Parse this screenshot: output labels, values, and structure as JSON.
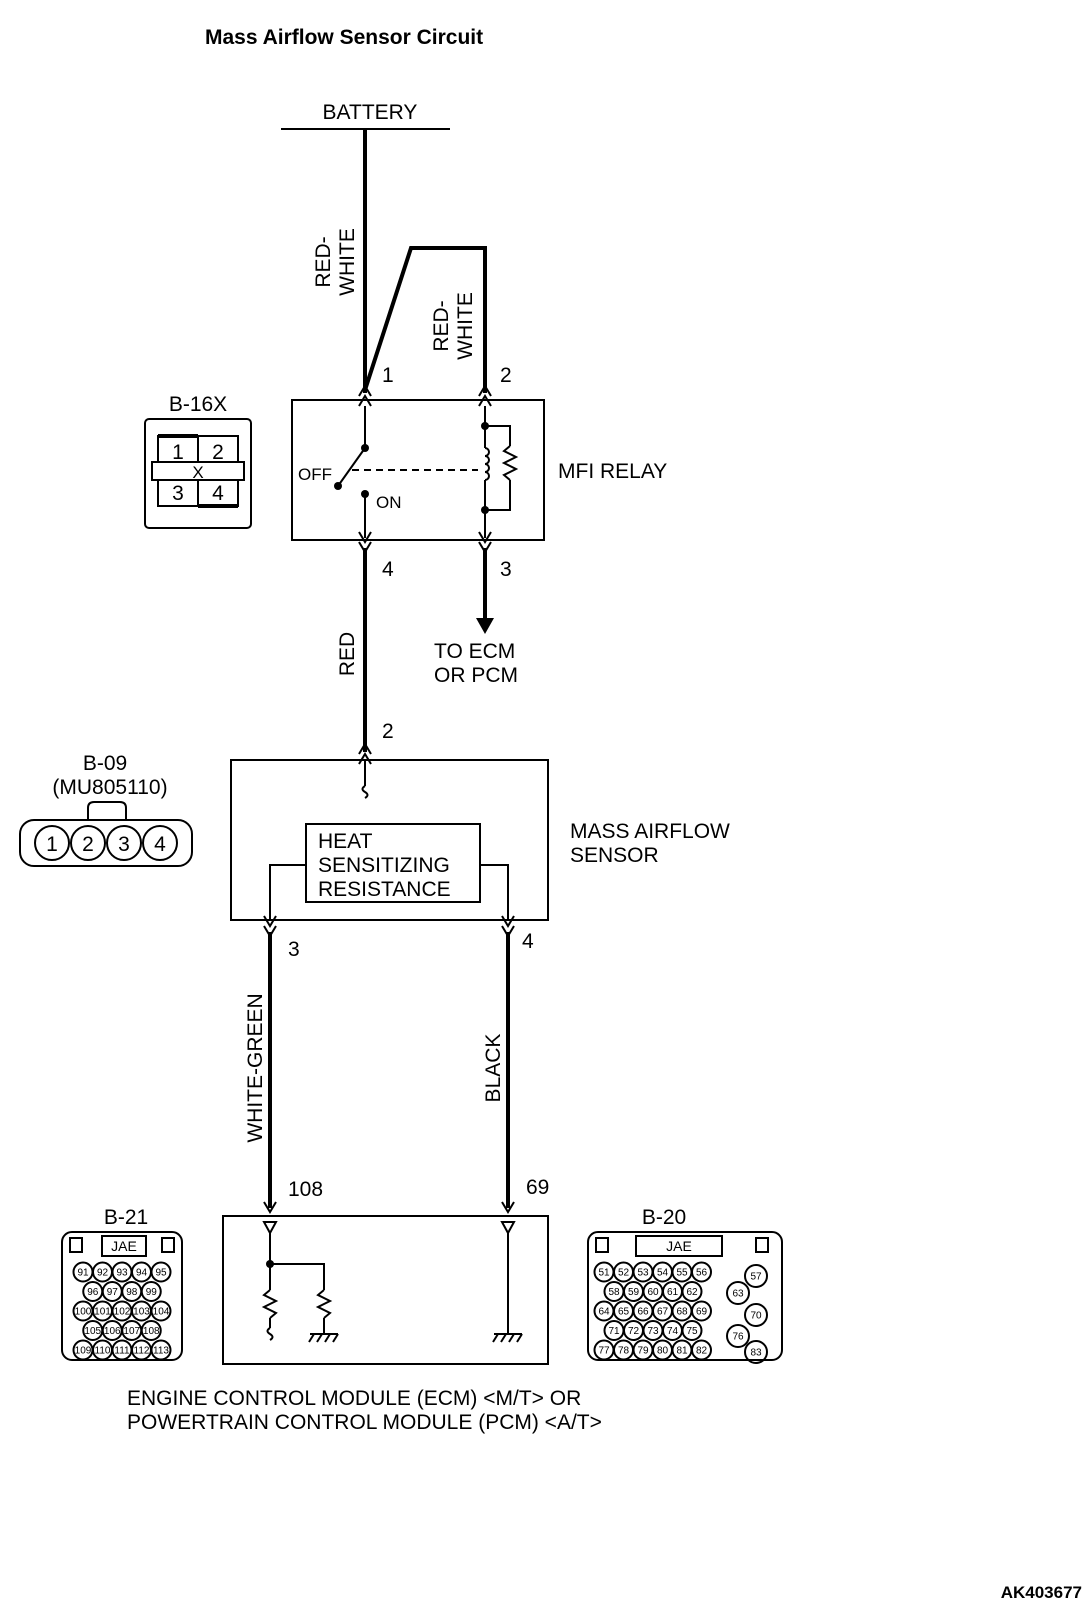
{
  "title": "Mass Airflow Sensor Circuit",
  "figure_code": "AK403677",
  "battery": {
    "label": "BATTERY"
  },
  "wires": {
    "red_white_1": [
      "RED-",
      "WHITE"
    ],
    "red_white_2": [
      "RED-",
      "WHITE"
    ],
    "red": "RED",
    "white_green": "WHITE-GREEN",
    "black": "BLACK"
  },
  "mfi_relay": {
    "label": "MFI RELAY",
    "off_label": "OFF",
    "on_label": "ON",
    "pins": {
      "p1": "1",
      "p2": "2",
      "p3": "3",
      "p4": "4"
    },
    "to_ecm": [
      "TO ECM",
      "OR PCM"
    ]
  },
  "connector_b16x": {
    "label": "B-16X",
    "pins": [
      "1",
      "2",
      "X",
      "3",
      "4"
    ]
  },
  "maf_sensor": {
    "label": [
      "MASS AIRFLOW",
      "SENSOR"
    ],
    "resistance": [
      "HEAT",
      "SENSITIZING",
      "RESISTANCE"
    ],
    "pins": {
      "top": "2",
      "left": "3",
      "right": "4"
    }
  },
  "connector_b09": {
    "label": "B-09",
    "part": "(MU805110)",
    "pins": [
      "1",
      "2",
      "3",
      "4"
    ]
  },
  "ecm": {
    "pin_left": "108",
    "pin_right": "69",
    "label": [
      "ENGINE CONTROL MODULE (ECM) <M/T> OR",
      "POWERTRAIN CONTROL MODULE (PCM) <A/T>"
    ]
  },
  "connector_b21": {
    "label": "B-21",
    "maker": "JAE",
    "rows": [
      [
        "91",
        "92",
        "93",
        "94",
        "95"
      ],
      [
        "96",
        "97",
        "98",
        "99"
      ],
      [
        "100",
        "101",
        "102",
        "103",
        "104"
      ],
      [
        "105",
        "106",
        "107",
        "108"
      ],
      [
        "109",
        "110",
        "111",
        "112",
        "113"
      ]
    ]
  },
  "connector_b20": {
    "label": "B-20",
    "maker": "JAE",
    "rows": [
      [
        "51",
        "52",
        "53",
        "54",
        "55",
        "56"
      ],
      [
        "58",
        "59",
        "60",
        "61",
        "62"
      ],
      [
        "64",
        "65",
        "66",
        "67",
        "68",
        "69"
      ],
      [
        "71",
        "72",
        "73",
        "74",
        "75"
      ],
      [
        "77",
        "78",
        "79",
        "80",
        "81",
        "82"
      ]
    ],
    "side": [
      "57",
      "63",
      "70",
      "76",
      "83"
    ]
  }
}
